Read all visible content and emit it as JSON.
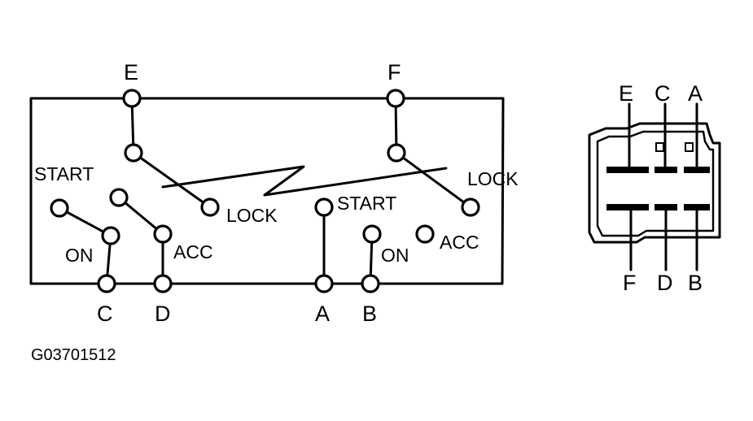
{
  "terminals": {
    "E": "E",
    "F": "F",
    "C": "C",
    "D": "D",
    "A": "A",
    "B": "B"
  },
  "left_switch": {
    "start": "START",
    "on": "ON",
    "acc": "ACC",
    "lock": "LOCK"
  },
  "right_switch": {
    "start": "START",
    "on": "ON",
    "acc": "ACC",
    "lock": "LOCK"
  },
  "connector": {
    "top_labels": [
      "E",
      "C",
      "A"
    ],
    "bottom_labels": [
      "F",
      "D",
      "B"
    ]
  },
  "figure_code": "G03701512"
}
